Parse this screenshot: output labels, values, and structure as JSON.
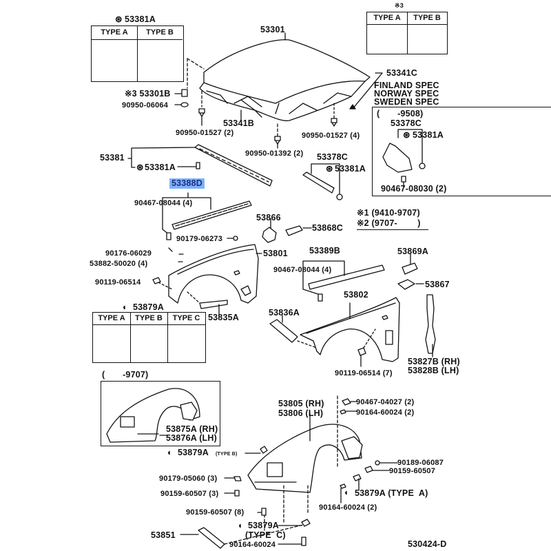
{
  "diagram_id": "530424-D",
  "highlighted_part": "53388D",
  "highlight_color": "#7fb2ff",
  "legend": {
    "note1": "※1 (9410-9707)",
    "note2": "※2 (9707-        )"
  },
  "boxes": {
    "clip_53381A": {
      "title": "53381A",
      "title_icon": "clip-symbol-icon",
      "types": [
        "TYPE A",
        "TYPE B"
      ]
    },
    "note3": {
      "title": "※3",
      "types": [
        "TYPE A",
        "TYPE B"
      ]
    },
    "nordic": {
      "spec_lines": [
        "FINLAND SPEC",
        "NORWAY SPEC",
        "SWEDEN SPEC"
      ],
      "range": "(       -9508)",
      "parts": [
        "53378C",
        "53381A",
        "90467-08030 (2)"
      ]
    },
    "clip_53879A": {
      "title": "53879A",
      "title_icon": "half-circle-symbol-icon",
      "types": [
        "TYPE A",
        "TYPE B",
        "TYPE C"
      ]
    },
    "liner_old": {
      "range": "(       -9707)",
      "parts": [
        "53875A (RH)",
        "53876A (LH)"
      ]
    }
  },
  "labels": {
    "p53301": "53301",
    "p53301B": "※3 53301B",
    "p90950_06064": "90950-06064",
    "p90950_01527_2": "90950-01527 (2)",
    "p53341B": "53341B",
    "p53341C": "53341C",
    "p90950_01527_4": "90950-01527 (4)",
    "p90950_01392": "90950-01392 (2)",
    "p53381": "53381",
    "p53381A_a": "53381A",
    "p53378C": "53378C",
    "p53381A_b": "53381A",
    "p53388D": "53388D",
    "p90467_08044_a": "90467-08044 (4)",
    "p90179_06273": "90179-06273",
    "p53866": "53866",
    "p53868C": "53868C",
    "p90176_06029": "90176-06029",
    "p53882_50020": "53882-50020 (4)",
    "p53801": "53801",
    "p90119_06514_a": "90119-06514",
    "p53835A": "53835A",
    "p53389B": "53389B",
    "p90467_08044_b": "90467-08044 (4)",
    "p53869A": "53869A",
    "p53867": "53867",
    "p53802": "53802",
    "p53836A": "53836A",
    "p90119_06514_b": "90119-06514 (7)",
    "p53827B": "53827B (RH)",
    "p53828B": "53828B (LH)",
    "p53805": "53805 (RH)",
    "p53806": "53806 (LH)",
    "p90467_04027": "90467-04027 (2)",
    "p90164_60024_2a": "90164-60024 (2)",
    "p53879A_b": "53879A",
    "p53879A_b_type": "(TYPE B)",
    "p90189_06087": "90189-06087",
    "p90159_60507_a": "90159-60507",
    "p90179_05060": "90179-05060 (3)",
    "p90159_60507_3": "90159-60507 (3)",
    "p53879A_a": "53879A (TYPE  A)",
    "p90164_60024_2b": "90164-60024 (2)",
    "p90159_60507_8": "90159-60507 (8)",
    "p53879A_c": "53879A",
    "p53879A_c_type": "(TYPE  C)",
    "p53851": "53851",
    "p90164_60024": "90164-60024"
  }
}
